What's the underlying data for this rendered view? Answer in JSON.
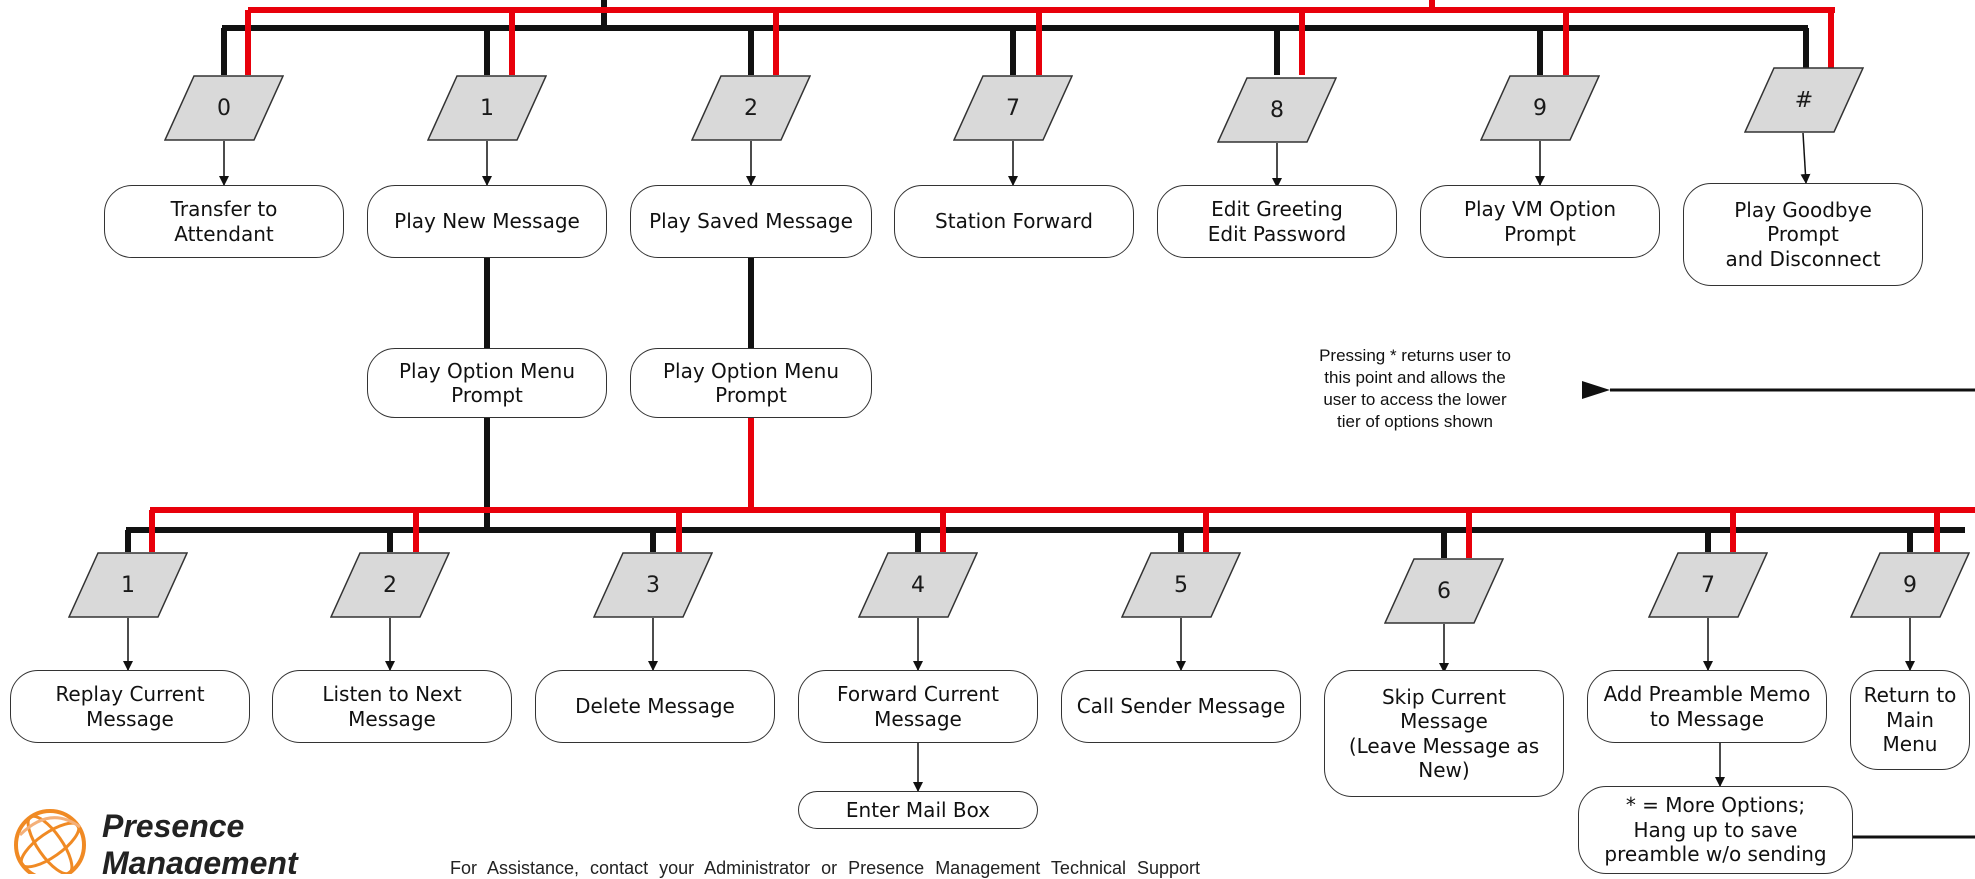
{
  "top_keys": [
    "0",
    "1",
    "2",
    "7",
    "8",
    "9",
    "#"
  ],
  "top_boxes": [
    "Transfer to\nAttendant",
    "Play New Message",
    "Play Saved Message",
    "Station Forward",
    "Edit Greeting\nEdit Password",
    "Play VM Option\nPrompt",
    "Play Goodbye\nPrompt\nand Disconnect"
  ],
  "option_menus": [
    "Play Option Menu\nPrompt",
    "Play Option Menu\nPrompt"
  ],
  "note": "Pressing * returns user to\nthis point and allows the\nuser to access the lower\ntier of options shown",
  "bottom_keys": [
    "1",
    "2",
    "3",
    "4",
    "5",
    "6",
    "7",
    "9"
  ],
  "bottom_boxes": [
    "Replay Current\nMessage",
    "Listen to Next\nMessage",
    "Delete Message",
    "Forward Current\nMessage",
    "Call Sender Message",
    "Skip Current\nMessage\n(Leave Message as\nNew)",
    "Add Preamble Memo\nto Message",
    "Return to\nMain\nMenu"
  ],
  "enter_mailbox": "Enter Mail Box",
  "more_options": "* = More Options;\nHang up to save\npreamble w/o sending",
  "brand": {
    "line1": "Presence",
    "line2": "Management"
  },
  "footer": "For Assistance, contact your Administrator or Presence Management Technical Support",
  "colors": {
    "red": "#e8000b",
    "black": "#111111",
    "key_fill": "#d9d9d9"
  }
}
